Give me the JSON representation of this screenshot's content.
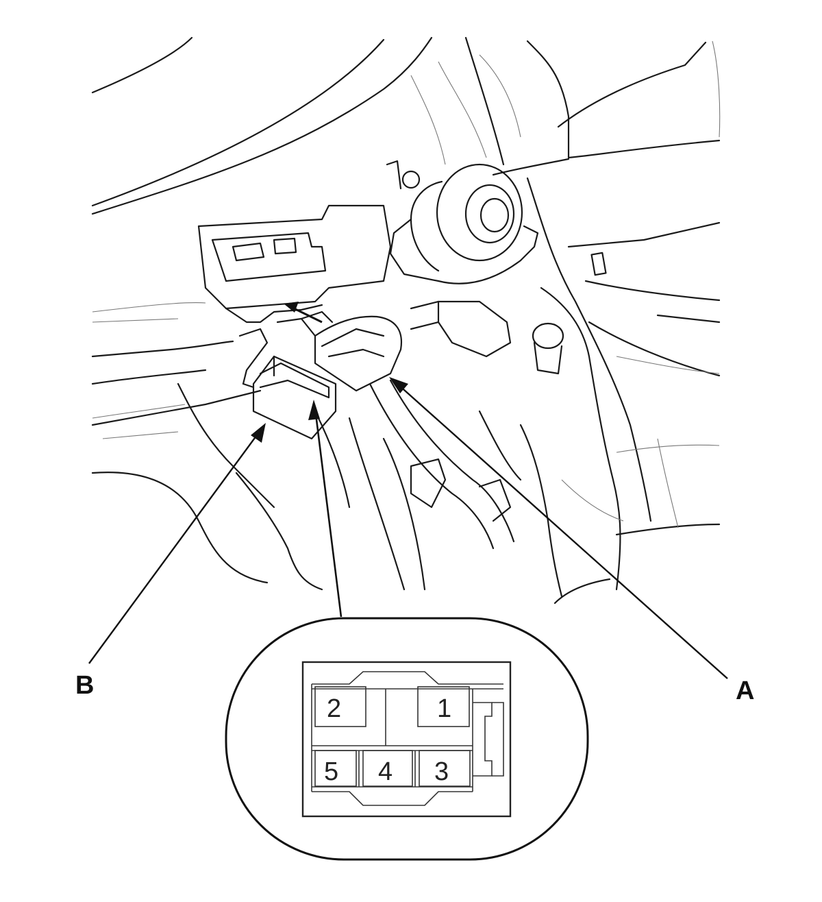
{
  "callouts": {
    "a": "A",
    "b": "B"
  },
  "connector_view": {
    "pins": [
      "1",
      "2",
      "3",
      "4",
      "5"
    ]
  },
  "colors": {
    "line": "#1a1a1a",
    "thin_line": "#666666",
    "background": "#ffffff"
  }
}
